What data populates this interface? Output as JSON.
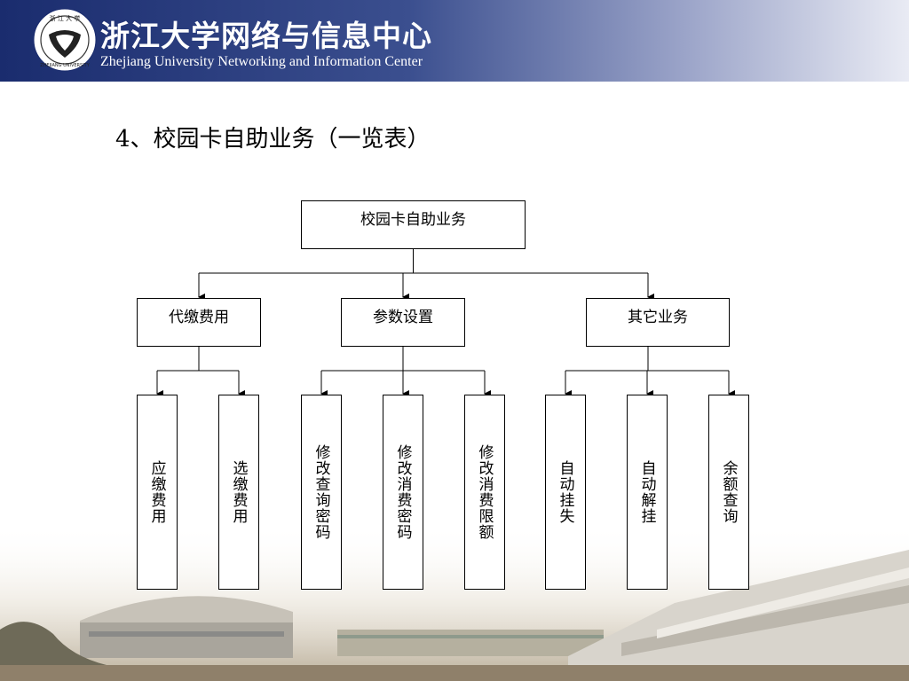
{
  "header": {
    "org_name_cn": "浙江大学网络与信息中心",
    "org_name_en": "Zhejiang University Networking and Information Center",
    "logo_icon": "zhejiang-university-emblem-icon",
    "colors": {
      "header_dark": "#1a2c6e",
      "header_light": "#e9ebf4"
    }
  },
  "slide": {
    "title": "4、校园卡自助业务（一览表）"
  },
  "diagram": {
    "root": "校园卡自助业务",
    "branches": [
      {
        "label": "代缴费用",
        "children": [
          "应缴费用",
          "选缴费用"
        ]
      },
      {
        "label": "参数设置",
        "children": [
          "修改查询密码",
          "修改消费密码",
          "修改消费限额"
        ]
      },
      {
        "label": "其它业务",
        "children": [
          "自动挂失",
          "自动解挂",
          "余额查询"
        ]
      }
    ]
  }
}
